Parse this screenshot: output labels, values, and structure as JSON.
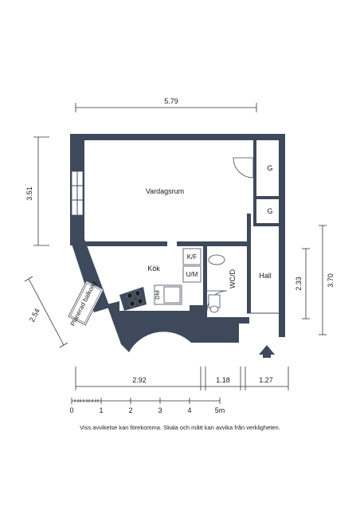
{
  "dimensions": {
    "top_width": "5.79",
    "left_height": "3.51",
    "right_outer_height": "3.70",
    "right_inner_height": "2.33",
    "balcony_width": "2.54",
    "bottom_seg1": "2.92",
    "bottom_seg2": "1.18",
    "bottom_seg3": "1.27"
  },
  "rooms": {
    "living": "Vardagsrum",
    "kitchen": "Kök",
    "hall": "Hall",
    "wc": "WC/D",
    "closet_top": "G",
    "closet_bottom": "G",
    "kf": "K/F",
    "um": "U/M",
    "dm": "DM",
    "balcony": "Planerad balkong"
  },
  "scale_bar": {
    "ticks": [
      "0",
      "1",
      "2",
      "3",
      "4",
      "5m"
    ]
  },
  "disclaimer": "Viss avvikelse kan förekomma. Skala och mått kan avvika från verkligheten.",
  "colors": {
    "wall": "#3e4a5c"
  }
}
